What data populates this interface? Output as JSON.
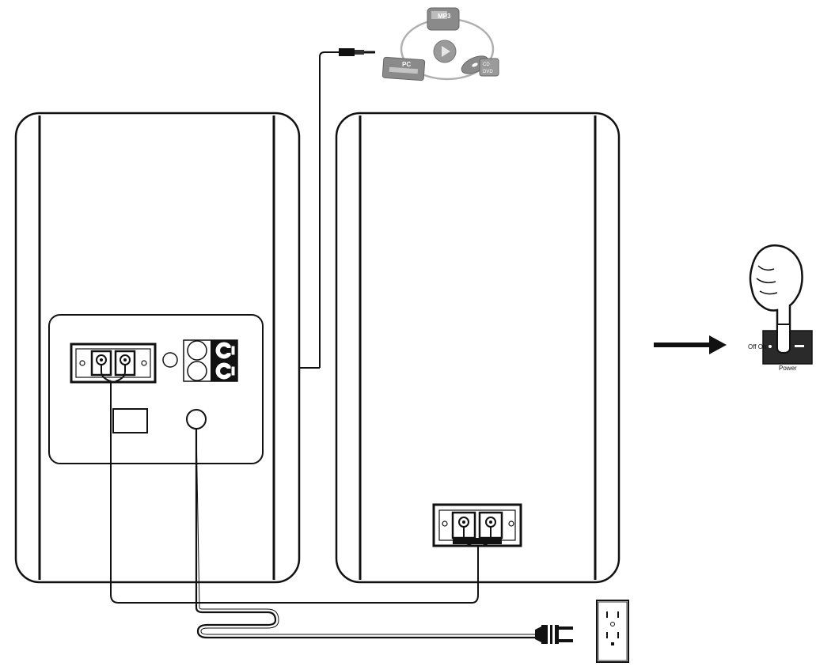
{
  "sources": {
    "mp3_label": "MP3",
    "pc_label": "PC",
    "cd_label": "CD",
    "dvd_label": "DVD"
  },
  "power_switch": {
    "off_on_label": "Off On",
    "power_label": "Power"
  },
  "colors": {
    "line": "#111111",
    "source_gray": "#8a8a8a",
    "switch_fill": "#2a2a2a"
  }
}
